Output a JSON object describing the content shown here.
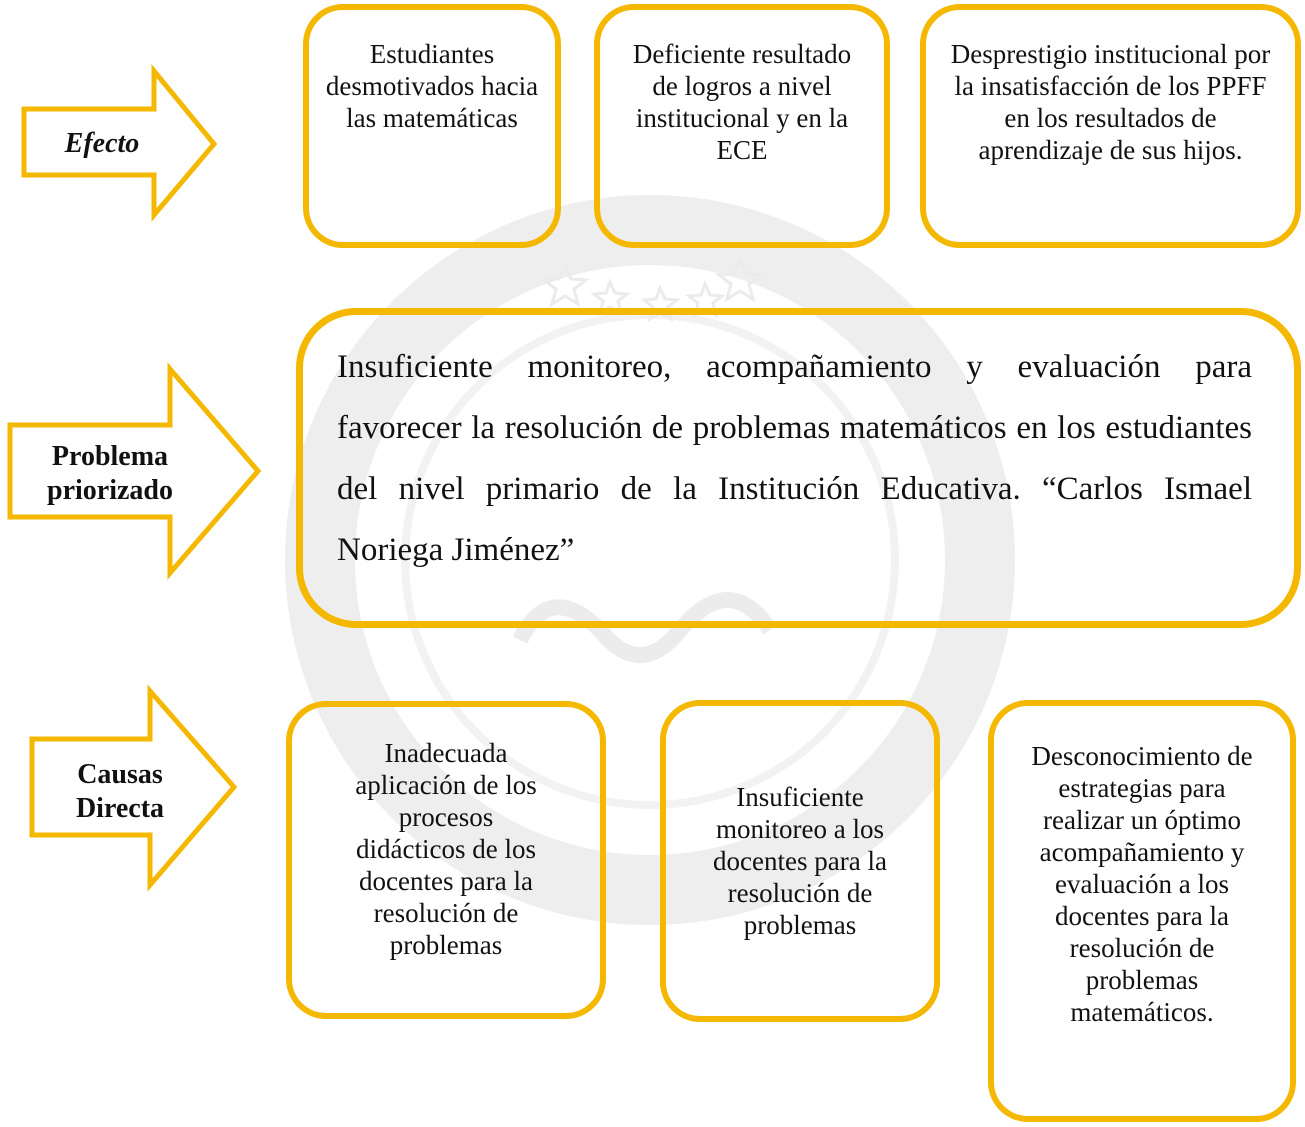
{
  "arrows": {
    "efecto": "Efecto",
    "problema": [
      "Problema",
      "priorizado"
    ],
    "causas": [
      "Causas",
      "Directa"
    ]
  },
  "effects": [
    "Estudiantes desmotivados hacia las matemáticas",
    "Deficiente resultado de logros a nivel institucional y en la ECE",
    "Desprestigio institucional por la insatisfacción de los PPFF en los resultados de aprendizaje de sus hijos."
  ],
  "problem": "Insuficiente monitoreo, acompañamiento y evaluación para favorecer la resolución de problemas matemáticos en los estudiantes del nivel primario de la Institución Educativa. “Carlos Ismael Noriega Jiménez”",
  "causes": [
    "Inadecuada aplicación de los procesos didácticos de los docentes para la resolución de problemas",
    "Insuficiente monitoreo a los docentes para la resolución de problemas",
    "Desconocimiento de estrategias para realizar un óptimo acompañamiento y evaluación a los docentes para la resolución de problemas matemáticos."
  ],
  "colors": {
    "accent": "#f5b800",
    "watermark": "#ececec"
  }
}
